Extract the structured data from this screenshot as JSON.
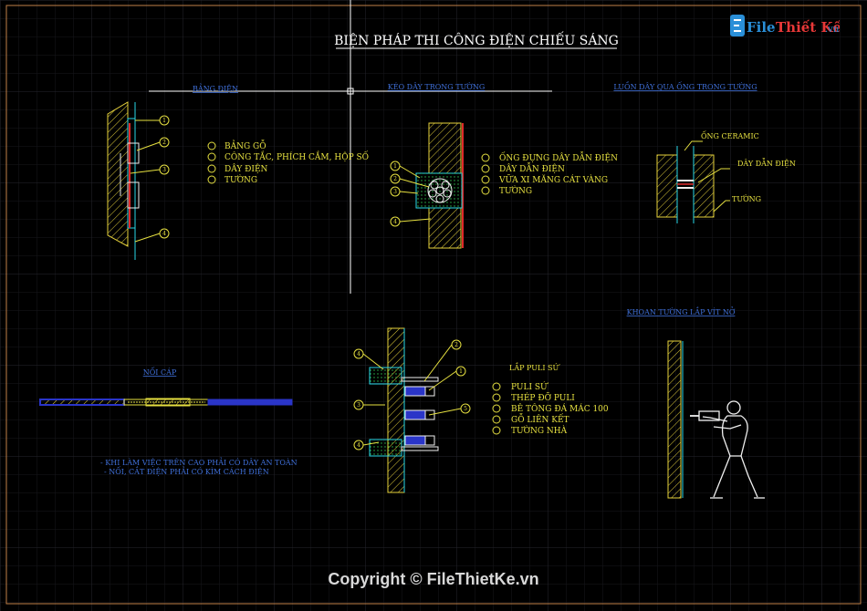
{
  "title": "BIỆN PHÁP THI CÔNG ĐIỆN CHIẾU SÁNG",
  "logo": {
    "text": "FileThiếtKế.vn",
    "part1": "File",
    "part2": "Thiết Kế",
    "part3": ".vn"
  },
  "copyright": "Copyright © FileThietKe.vn",
  "sections": {
    "bang_dien": {
      "heading": "BẢNG ĐIỆN",
      "items": [
        {
          "n": "1",
          "text": "BẢNG GỖ"
        },
        {
          "n": "2",
          "text": "CÔNG TẮC, PHÍCH CẮM, HỘP SỐ"
        },
        {
          "n": "3",
          "text": "DÂY ĐIỆN"
        },
        {
          "n": "4",
          "text": "TƯỜNG"
        }
      ]
    },
    "keo_day": {
      "heading": "KÉO DÂY TRONG TƯỜNG",
      "items": [
        {
          "n": "1",
          "text": "ỐNG ĐỰNG DÂY DẪN ĐIỆN"
        },
        {
          "n": "2",
          "text": "DÂY DẪN ĐIỆN"
        },
        {
          "n": "3",
          "text": "VỮA XI MĂNG CÁT VÀNG"
        },
        {
          "n": "4",
          "text": "TƯỜNG"
        }
      ]
    },
    "luon_day": {
      "heading": "LUỒN DÂY QUA ỐNG TRONG TƯỜNG",
      "labels": [
        "ỐNG CERAMIC",
        "DÂY DẪN ĐIỆN",
        "TƯỜNG"
      ]
    },
    "noi_cap": {
      "heading": "NỐI CÁP",
      "notes": [
        "- KHI LÀM VIỆC TRÊN CAO PHẢI CÓ DÂY AN TOÀN",
        "- NỐI, CẮT ĐIỆN PHẢI CÓ KÌM CÁCH ĐIỆN"
      ]
    },
    "lap_puli": {
      "heading": "LẮP PULI SỨ",
      "items": [
        {
          "n": "1",
          "text": "PULI SỨ"
        },
        {
          "n": "2",
          "text": "THÉP ĐỠ PULI"
        },
        {
          "n": "3",
          "text": "BÊ TÔNG ĐÁ MÁC 100"
        },
        {
          "n": "4",
          "text": "GỖ LIÊN KẾT"
        },
        {
          "n": "5",
          "text": "TƯỜNG NHÀ"
        }
      ]
    },
    "khoan_tuong": {
      "heading": "KHOAN TƯỜNG LẮP VÍT NỞ"
    }
  },
  "colors": {
    "background": "#000000",
    "grid": "#1e1e26",
    "frame": "#c08048",
    "title": "#ffffff",
    "heading": "#3f6fd8",
    "label": "#e6e040",
    "hatch": "#e6d23c",
    "cyan": "#27d7e8",
    "red": "#e02a2a",
    "blue": "#2a35c8",
    "white": "#f0f0f0"
  }
}
